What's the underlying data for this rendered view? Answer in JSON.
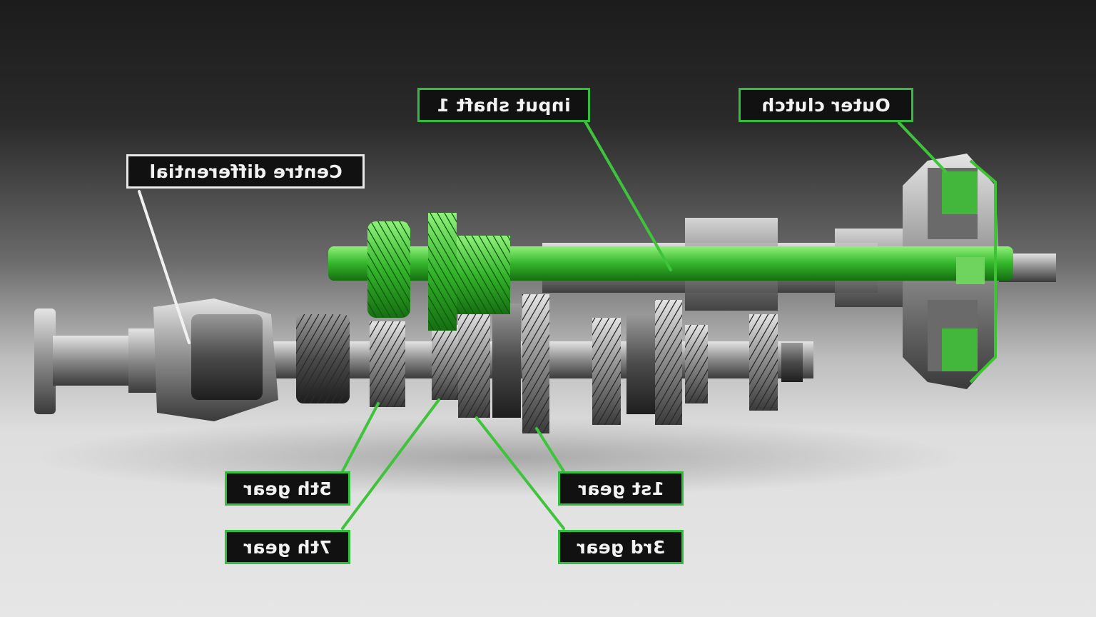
{
  "labels": {
    "input_shaft": "input shaft 1",
    "outer_clutch": "Outer clutch",
    "centre_differential": "Centre differential",
    "gear_5th": "5th gear",
    "gear_7th": "7th gear",
    "gear_1st": "1st gear",
    "gear_3rd": "3rd gear"
  },
  "colors": {
    "accent_green": "#2fbf3a",
    "label_background": "#111111",
    "label_text": "#f2f2f2",
    "callout_white": "#e8e8e8"
  },
  "text_mirrored": true
}
